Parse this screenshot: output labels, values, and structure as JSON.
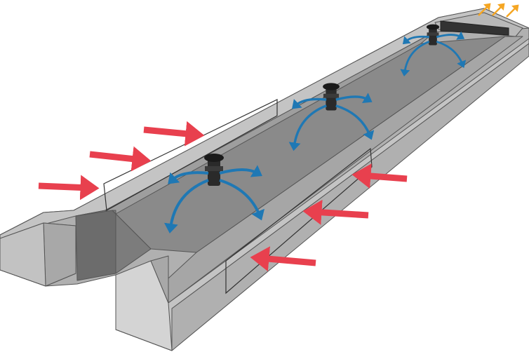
{
  "colors": {
    "top_surface": "#c4c4c4",
    "outer_face": "#b0b0b0",
    "floor": "#8a8a8a",
    "left_inner_wall": "#9e9e9e",
    "right_inner_wall": "#a6a6a6",
    "opening": "#6c6c6c",
    "box_light": "#d4d4d4",
    "box_mid": "#a8a8a8",
    "intake_arrow": "#e8404e",
    "airflow_arrow": "#1f78b4",
    "exhaust_arrow": "#f5a623",
    "fan": "#2a2a2a"
  },
  "diagram": {
    "fan_count": 3,
    "intake_arrow_count": 6,
    "exhaust_arrow_count": 3
  }
}
